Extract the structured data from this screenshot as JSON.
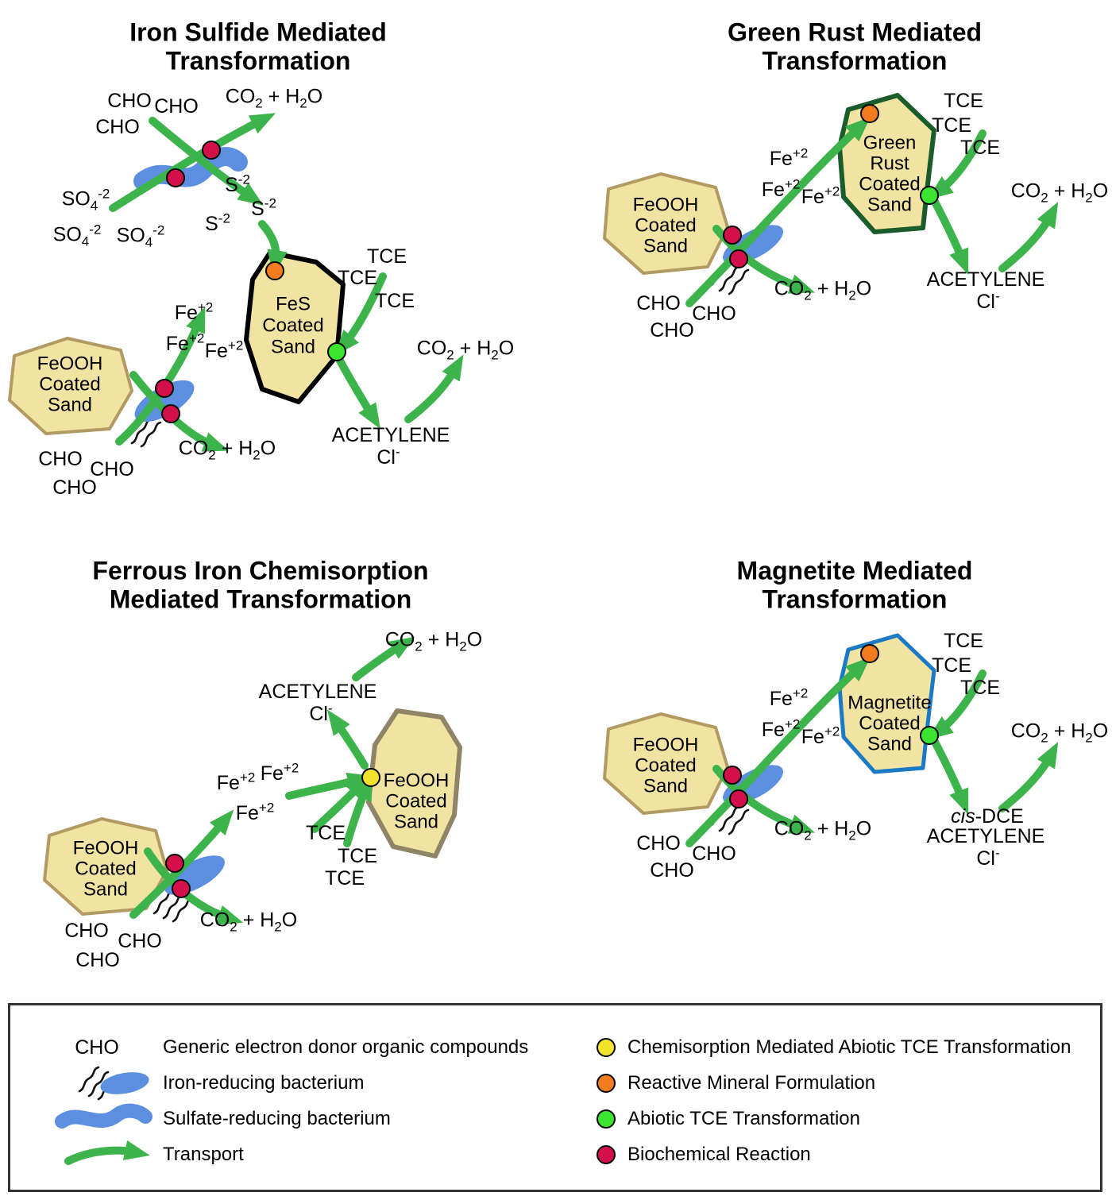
{
  "colors": {
    "sand_fill": "#F1E3A2",
    "feooh_outline": "#B29A62",
    "fes_outline": "#000000",
    "green_rust_outline": "#1A5C2C",
    "magnetite_outline": "#1B7AC6",
    "chemisorption_grain_outline": "#8F8566",
    "arrow": "#3CB44B",
    "bacterium": "#5C8FE0",
    "flagella": "#111111",
    "biochemical_reaction": "#D31049",
    "reactive_mineral": "#F47C20",
    "abiotic_tce": "#3BE42F",
    "chemisorption": "#F4E32B"
  },
  "titles": {
    "iron_sulfide": {
      "line1": "Iron Sulfide Mediated",
      "line2": "Transformation"
    },
    "green_rust": {
      "line1": "Green Rust Mediated",
      "line2": "Transformation"
    },
    "ferrous_iron": {
      "line1": "Ferrous Iron Chemisorption",
      "line2": "Mediated Transformation"
    },
    "magnetite": {
      "line1": "Magnetite Mediated",
      "line2": "Transformation"
    }
  },
  "chem": {
    "cho": "CHO",
    "co2_h2o": "CO<sub>2</sub> + H<sub>2</sub>O",
    "so4": "SO<sub>4</sub><sup>-2</sup>",
    "s2": "S<sup>-2</sup>",
    "tce": "TCE",
    "fe2": "Fe<sup>+2</sup>",
    "acetylene": "ACETYLENE",
    "cl": "Cl<sup>-</sup>",
    "cis_dce": "<i>cis</i>-DCE"
  },
  "grains": {
    "fes": {
      "line1": "FeS",
      "line2": "Coated",
      "line3": "Sand"
    },
    "feooh": {
      "line1": "FeOOH",
      "line2": "Coated",
      "line3": "Sand"
    },
    "green_rust": {
      "line1": "Green",
      "line2": "Rust",
      "line3": "Coated",
      "line4": "Sand"
    },
    "magnetite": {
      "line1": "Magnetite",
      "line2": "Coated",
      "line3": "Sand"
    }
  },
  "legend": {
    "left": [
      {
        "symbol": "cho-text",
        "label": "Generic electron donor organic compounds"
      },
      {
        "symbol": "iron-reducing-bacterium-icon",
        "label": "Iron-reducing bacterium"
      },
      {
        "symbol": "sulfate-reducing-bacterium-icon",
        "label": "Sulfate-reducing bacterium"
      },
      {
        "symbol": "transport-arrow-icon",
        "label": "Transport"
      }
    ],
    "right": [
      {
        "symbol": "yellow-circle-icon",
        "label": "Chemisorption Mediated Abiotic TCE Transformation",
        "color": "#F4E32B"
      },
      {
        "symbol": "orange-circle-icon",
        "label": "Reactive Mineral Formulation",
        "color": "#F47C20"
      },
      {
        "symbol": "green-circle-icon",
        "label": "Abiotic TCE Transformation",
        "color": "#3BE42F"
      },
      {
        "symbol": "red-circle-icon",
        "label": "Biochemical Reaction",
        "color": "#D31049"
      }
    ]
  }
}
